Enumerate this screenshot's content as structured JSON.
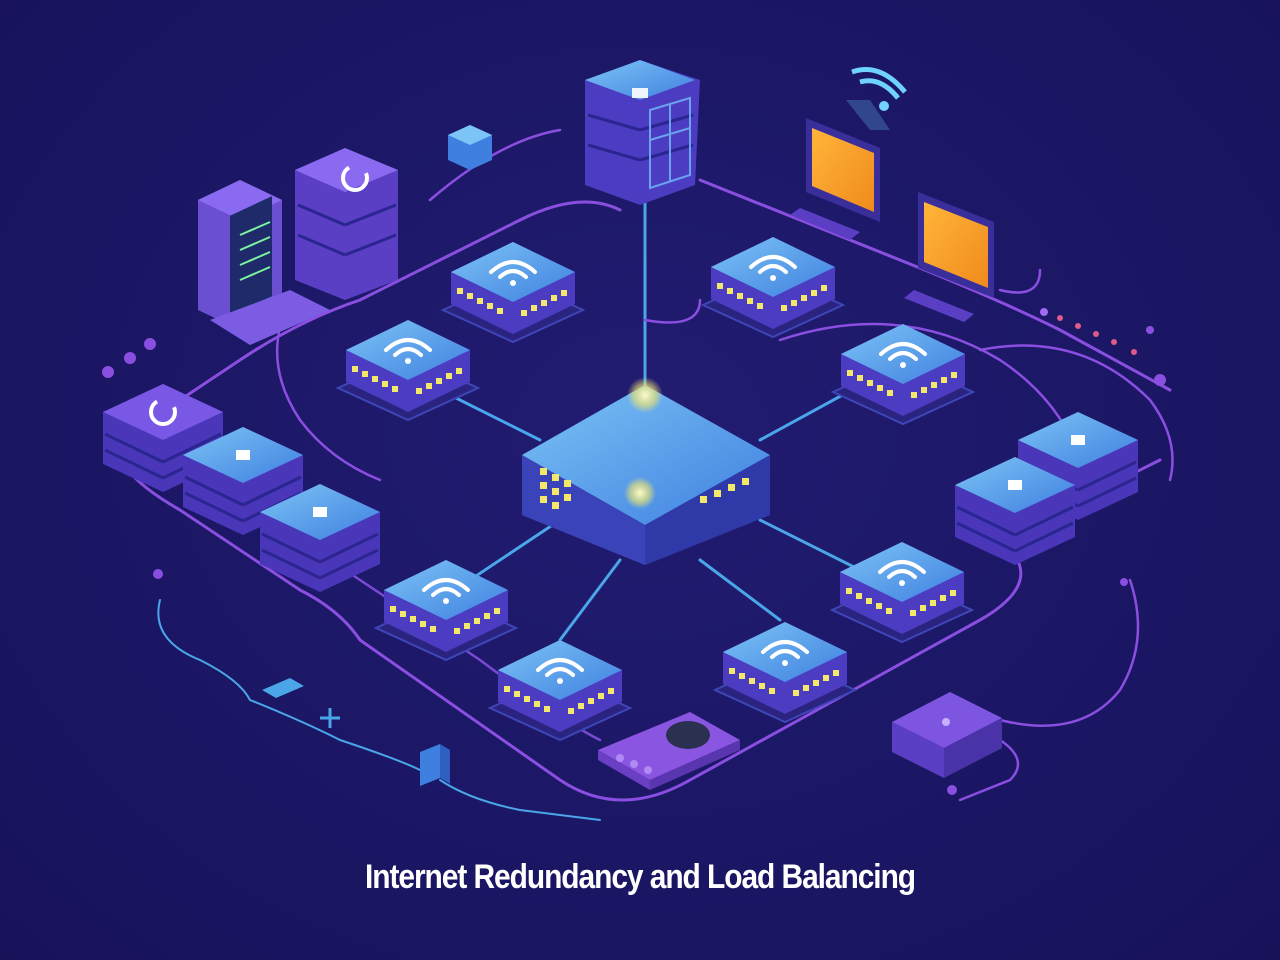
{
  "caption": "Internet Redundancy and Load Balancing",
  "colors": {
    "background": "#1b1765",
    "cable_purple": "#8a4fe0",
    "cable_blue": "#4aa6e8",
    "node_top": "#5ea9ea",
    "node_body": "#4b3cc2",
    "led_yellow": "#f4e86a",
    "monitor_screen": "#f6a429",
    "wifi_glow": "#6fd2ff"
  },
  "nodes": {
    "central_router": {
      "icon": "router-hub"
    },
    "top_server": {
      "icon": "server-rack"
    },
    "wifi_nodes": [
      {
        "id": "wifi-node-1",
        "icon": "wifi-icon"
      },
      {
        "id": "wifi-node-2",
        "icon": "wifi-icon"
      },
      {
        "id": "wifi-node-3",
        "icon": "wifi-icon"
      },
      {
        "id": "wifi-node-4",
        "icon": "wifi-icon"
      },
      {
        "id": "wifi-node-5",
        "icon": "wifi-icon"
      },
      {
        "id": "wifi-node-6",
        "icon": "wifi-icon"
      },
      {
        "id": "wifi-node-7",
        "icon": "wifi-icon"
      },
      {
        "id": "wifi-node-8",
        "icon": "wifi-icon"
      }
    ],
    "storage_stacks": [
      {
        "id": "storage-stack-1",
        "icon": "storage-icon"
      },
      {
        "id": "storage-stack-2",
        "icon": "storage-icon"
      },
      {
        "id": "storage-stack-3",
        "icon": "storage-icon"
      },
      {
        "id": "storage-stack-4",
        "icon": "storage-icon"
      },
      {
        "id": "storage-stack-5",
        "icon": "storage-icon"
      }
    ],
    "monitors": [
      {
        "id": "monitor-1",
        "icon": "monitor-icon"
      },
      {
        "id": "monitor-2",
        "icon": "monitor-icon"
      }
    ],
    "wifi_emitter": {
      "icon": "wifi-broadcast-icon"
    }
  }
}
